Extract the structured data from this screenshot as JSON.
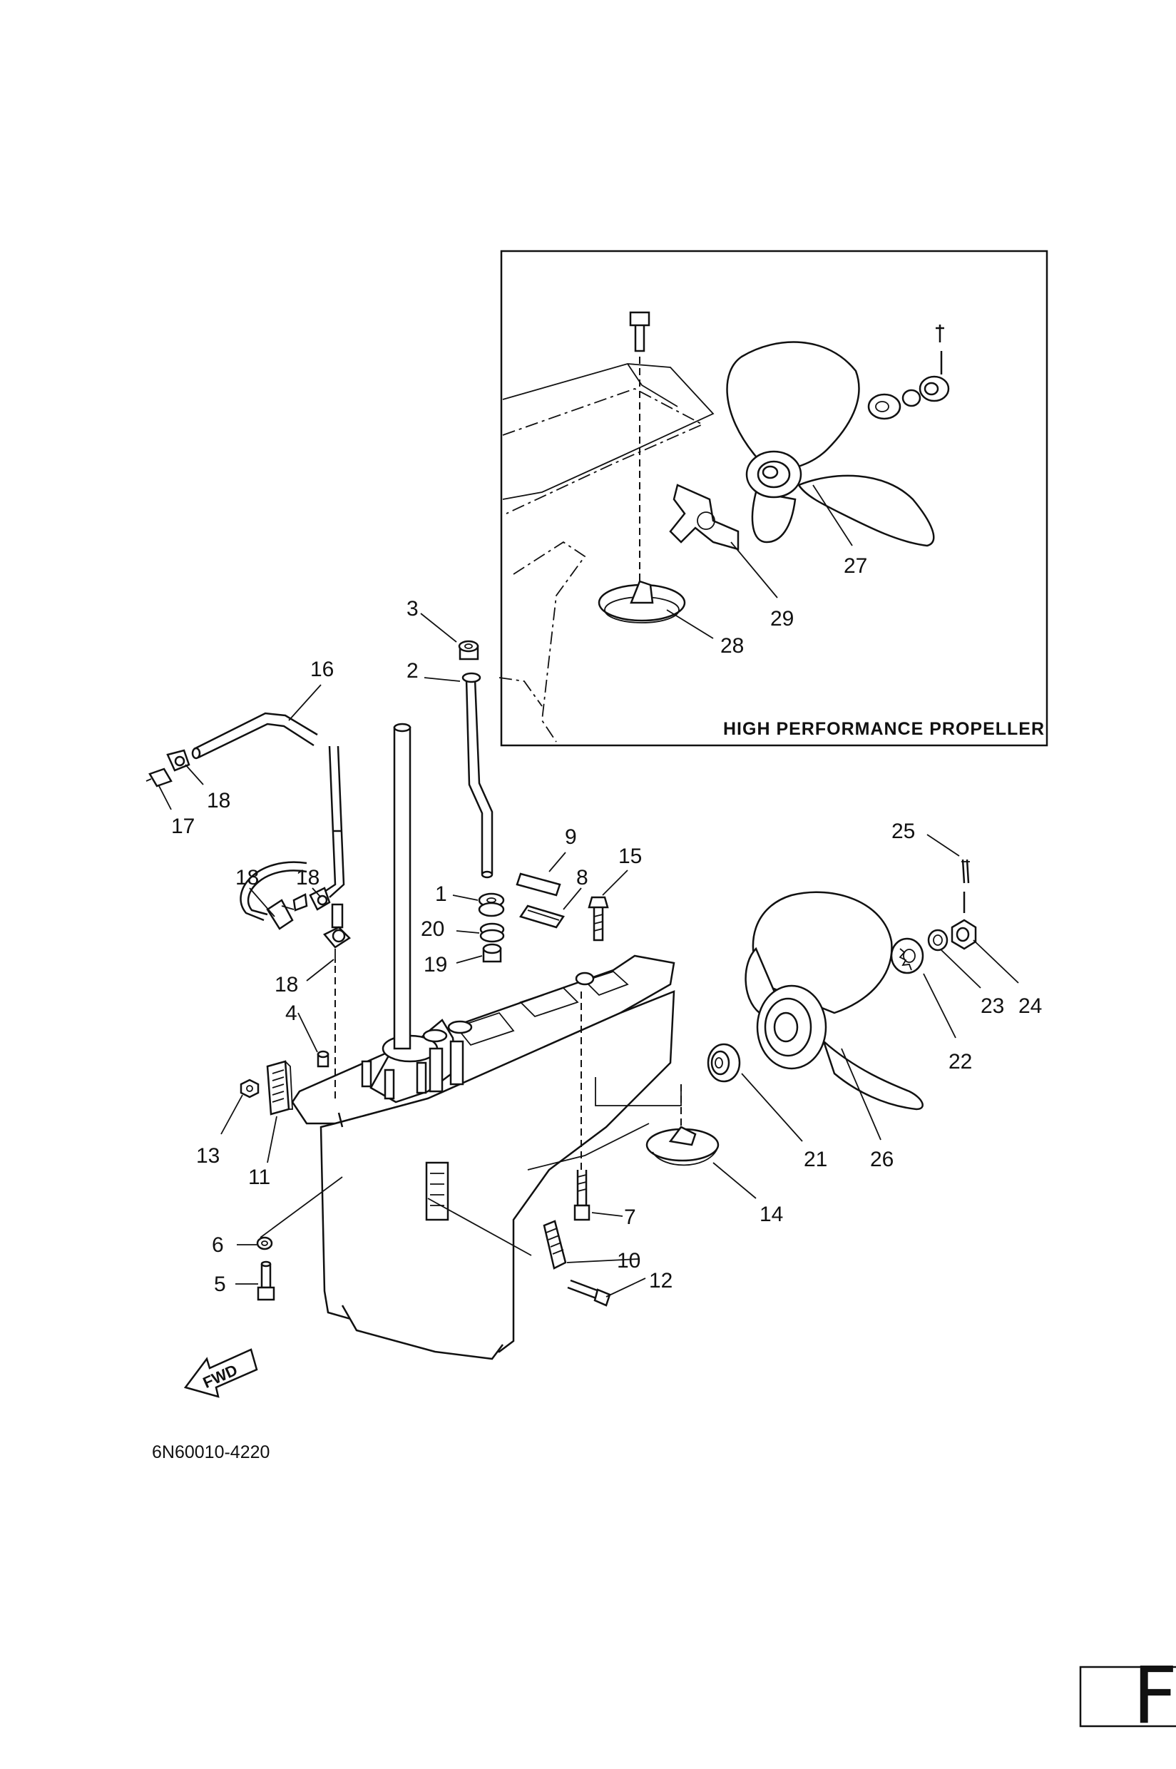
{
  "inset": {
    "caption": "HIGH PERFORMANCE PROPELLER"
  },
  "footer": {
    "diagram_code": "6N60010-4220",
    "page_letter": "F"
  },
  "direction": {
    "label": "FWD"
  },
  "callouts": {
    "c1": "1",
    "c2": "2",
    "c3": "3",
    "c4": "4",
    "c5": "5",
    "c6": "6",
    "c7": "7",
    "c8": "8",
    "c9": "9",
    "c10": "10",
    "c11": "11",
    "c12": "12",
    "c13": "13",
    "c14": "14",
    "c15": "15",
    "c16": "16",
    "c17": "17",
    "c18a": "18",
    "c18b": "18",
    "c18c": "18",
    "c18d": "18",
    "c19": "19",
    "c20": "20",
    "c21": "21",
    "c22": "22",
    "c23": "23",
    "c24": "24",
    "c25": "25",
    "c26": "26",
    "c27": "27",
    "c28": "28",
    "c29": "29"
  },
  "colors": {
    "ink": "#111111",
    "paper": "#ffffff"
  }
}
